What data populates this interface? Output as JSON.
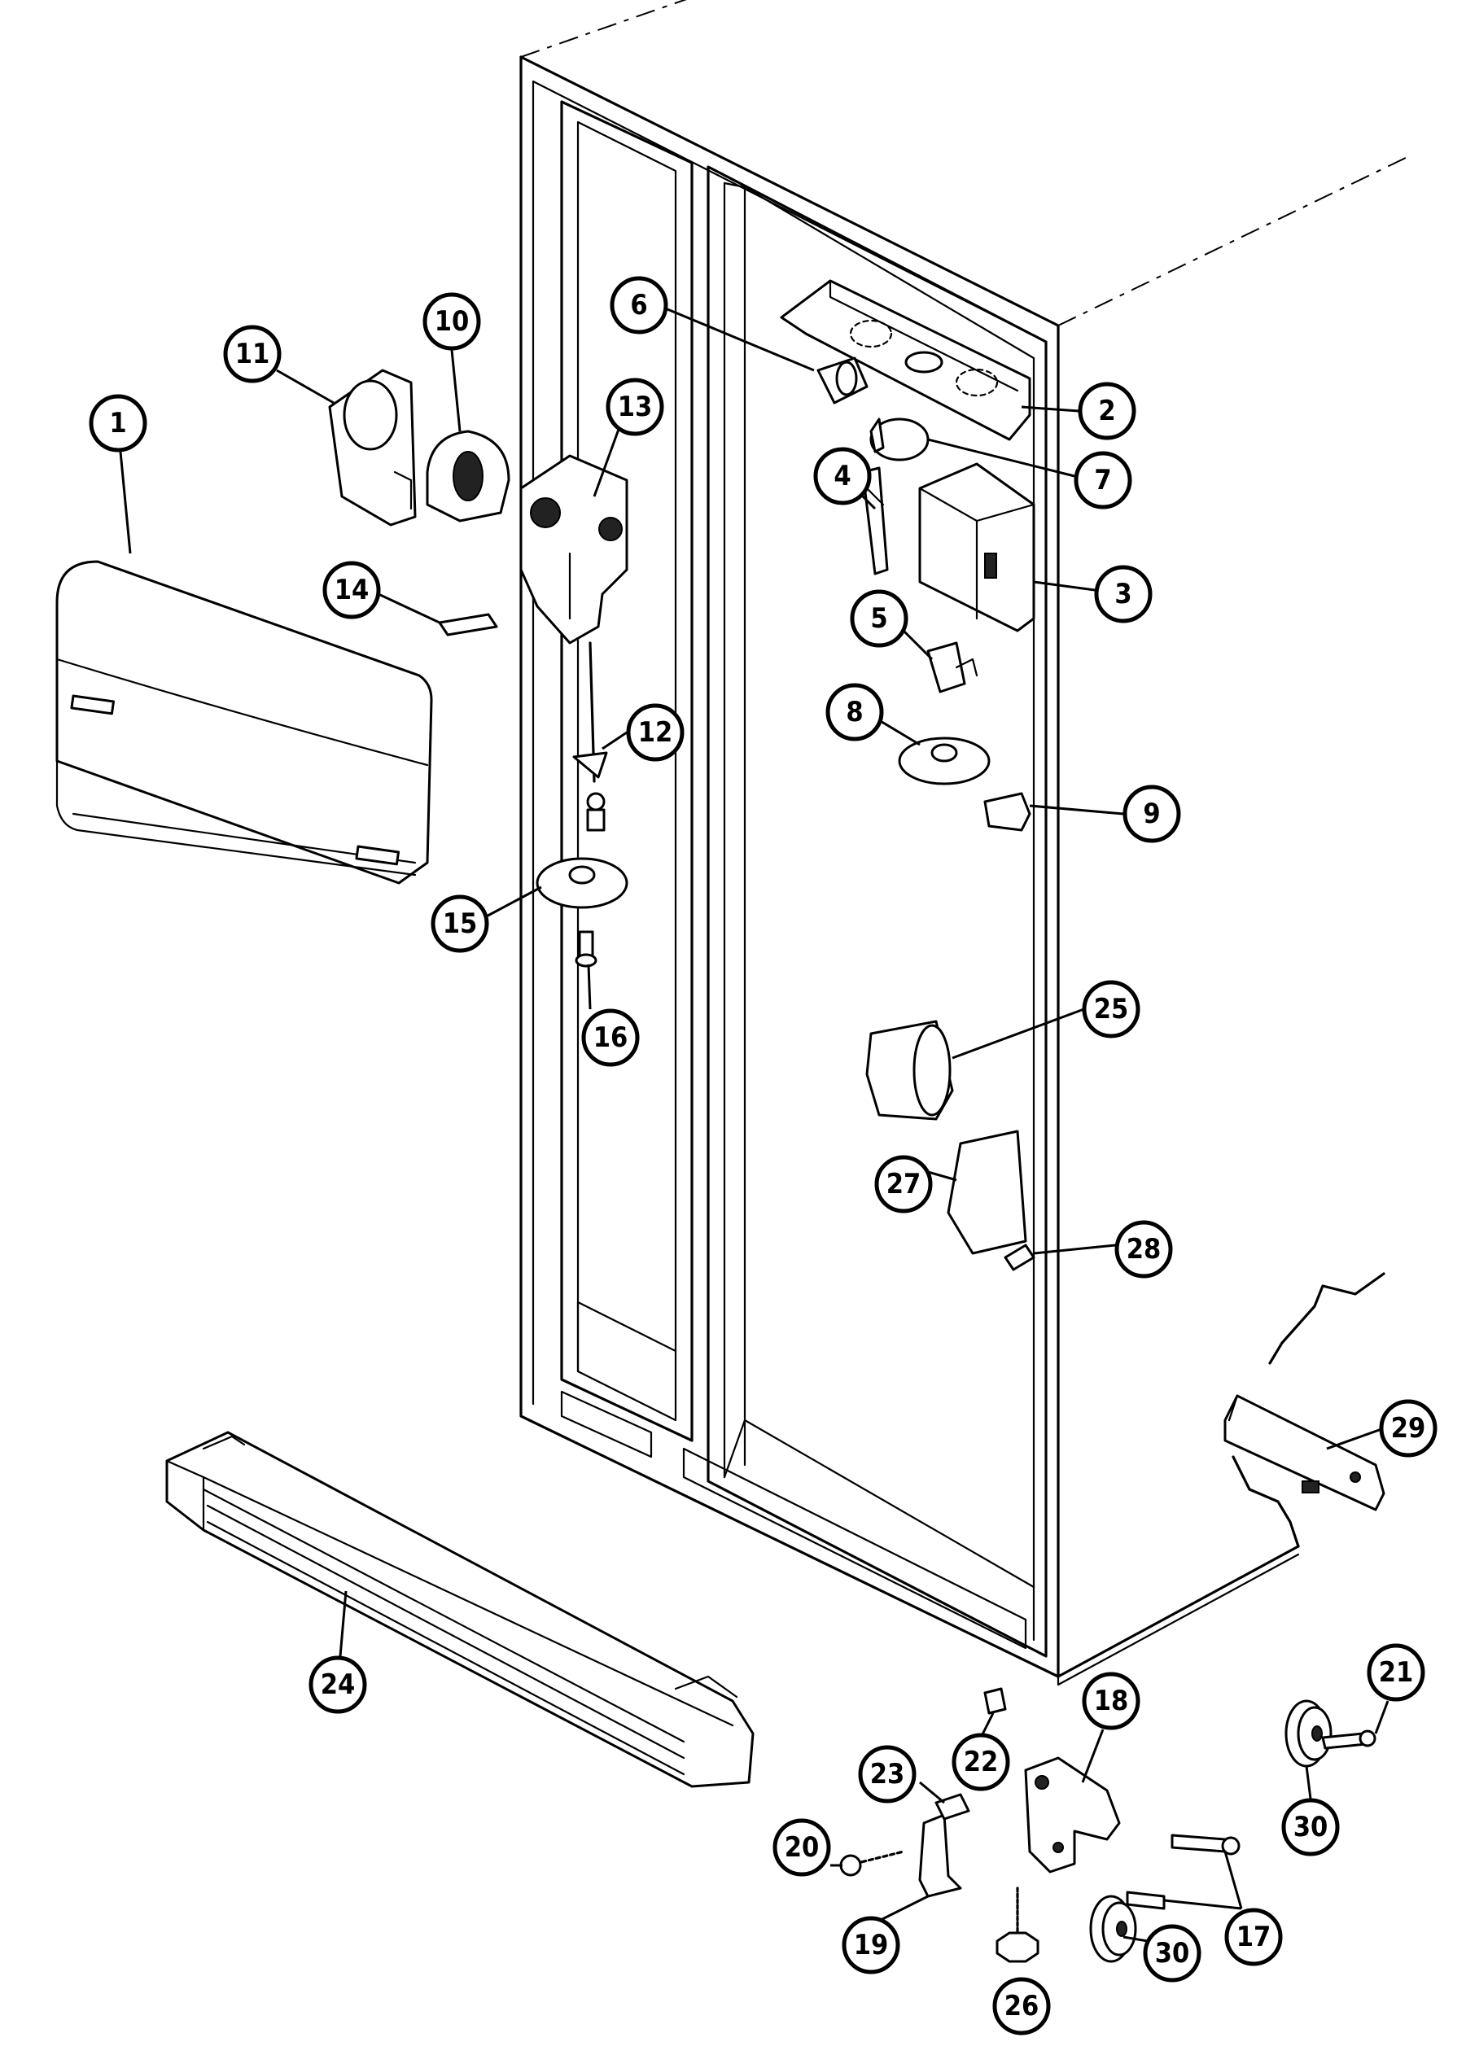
{
  "callouts": [
    {
      "id": "c1",
      "label": "1"
    },
    {
      "id": "c2",
      "label": "2"
    },
    {
      "id": "c3",
      "label": "3"
    },
    {
      "id": "c4",
      "label": "4"
    },
    {
      "id": "c5",
      "label": "5"
    },
    {
      "id": "c6",
      "label": "6"
    },
    {
      "id": "c7",
      "label": "7"
    },
    {
      "id": "c8",
      "label": "8"
    },
    {
      "id": "c9",
      "label": "9"
    },
    {
      "id": "c10",
      "label": "10"
    },
    {
      "id": "c11",
      "label": "11"
    },
    {
      "id": "c12",
      "label": "12"
    },
    {
      "id": "c13",
      "label": "13"
    },
    {
      "id": "c14",
      "label": "14"
    },
    {
      "id": "c15",
      "label": "15"
    },
    {
      "id": "c16",
      "label": "16"
    },
    {
      "id": "c17",
      "label": "17"
    },
    {
      "id": "c18",
      "label": "18"
    },
    {
      "id": "c19",
      "label": "19"
    },
    {
      "id": "c20",
      "label": "20"
    },
    {
      "id": "c21",
      "label": "21"
    },
    {
      "id": "c22",
      "label": "22"
    },
    {
      "id": "c23",
      "label": "23"
    },
    {
      "id": "c24",
      "label": "24"
    },
    {
      "id": "c25",
      "label": "25"
    },
    {
      "id": "c26",
      "label": "26"
    },
    {
      "id": "c27",
      "label": "27"
    },
    {
      "id": "c28",
      "label": "28"
    },
    {
      "id": "c29",
      "label": "29"
    },
    {
      "id": "c30a",
      "label": "30"
    },
    {
      "id": "c30b",
      "label": "30"
    }
  ]
}
